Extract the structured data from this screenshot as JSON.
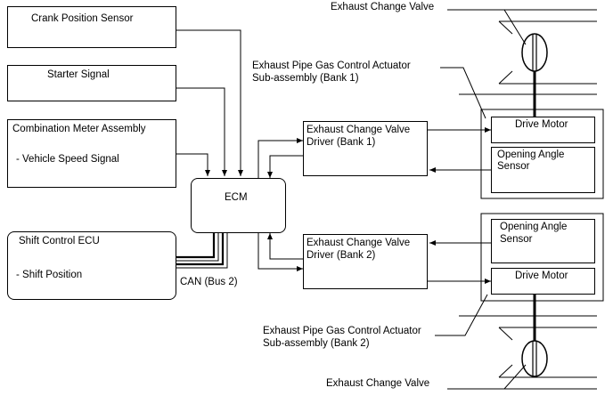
{
  "inputs": {
    "crank": "Crank Position Sensor",
    "starter": "Starter Signal",
    "meter_title": "Combination Meter Assembly",
    "meter_signal": "- Vehicle Speed Signal",
    "shift_title": "Shift Control ECU",
    "shift_signal": "- Shift Position"
  },
  "ecm": {
    "label": "ECM",
    "can_label": "CAN (Bus 2)"
  },
  "drivers": {
    "bank1_line1": "Exhaust Change Valve",
    "bank1_line2": "Driver (Bank 1)",
    "bank2_line1": "Exhaust Change Valve",
    "bank2_line2": "Driver (Bank 2)"
  },
  "actuators": {
    "bank1_caption_line1": "Exhaust Pipe Gas Control Actuator",
    "bank1_caption_line2": "Sub-assembly (Bank 1)",
    "bank2_caption_line1": "Exhaust Pipe Gas Control Actuator",
    "bank2_caption_line2": "Sub-assembly (Bank 2)",
    "drive_motor": "Drive Motor",
    "sensor_line1": "Opening Angle",
    "sensor_line2": "Sensor"
  },
  "valves": {
    "top_label": "Exhaust Change Valve",
    "bottom_label": "Exhaust Change Valve"
  }
}
